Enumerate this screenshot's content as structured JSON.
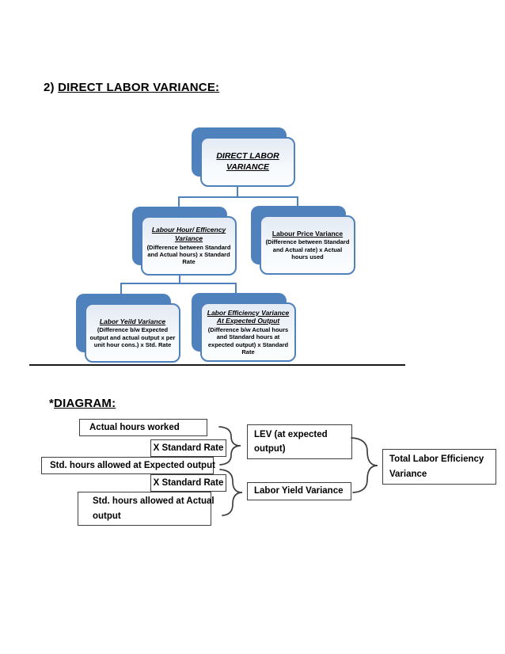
{
  "headings": {
    "main_prefix": "2) ",
    "main_text": "DIRECT LABOR VARIANCE:",
    "diagram_star": "*",
    "diagram_text": "DIAGRAM:"
  },
  "org_chart": {
    "nodes": {
      "root": {
        "title": "DIRECT LABOR VARIANCE",
        "body": ""
      },
      "l2_left": {
        "title": "Labour Hour/ Efficency Variance",
        "body": "(Difference between Standard and Actual hours) x Standard Rate"
      },
      "l2_right": {
        "title": "Labour Price Variance",
        "body": "(Difference between Standard and Actual rate) x Actual hours used"
      },
      "l3_left": {
        "title": "Labor Yeild Variance",
        "body": "(Difference b/w Expected output and actual output x per unit hour cons.) x Std. Rate"
      },
      "l3_right": {
        "title": "Labor Efficiency Variance At Expected Output",
        "body": "(Difference b/w Actual hours and Standard hours at expected output) x Standard Rate"
      }
    }
  },
  "flow_diagram": {
    "boxes": {
      "actual_hours": {
        "text": "Actual hours worked"
      },
      "x_standard_rate_1": {
        "text": "X Standard Rate"
      },
      "std_hours_expected": {
        "text": "Std. hours allowed at Expected output"
      },
      "x_standard_rate_2": {
        "text": "X Standard Rate"
      },
      "std_hours_actual": {
        "lines": [
          "Std. hours allowed at Actual",
          "output"
        ]
      },
      "lev": {
        "lines": [
          "LEV (at expected",
          "output)"
        ]
      },
      "labor_yield_variance": {
        "text": "Labor Yield Variance"
      },
      "total_lev": {
        "lines": [
          "Total Labor Efficiency",
          "Variance"
        ]
      }
    }
  },
  "colors": {
    "accent_blue": "#4f81bd",
    "node_fill_light": "#edf2f9",
    "flow_border_dark": "#3f3f3f",
    "text": "#000000"
  }
}
